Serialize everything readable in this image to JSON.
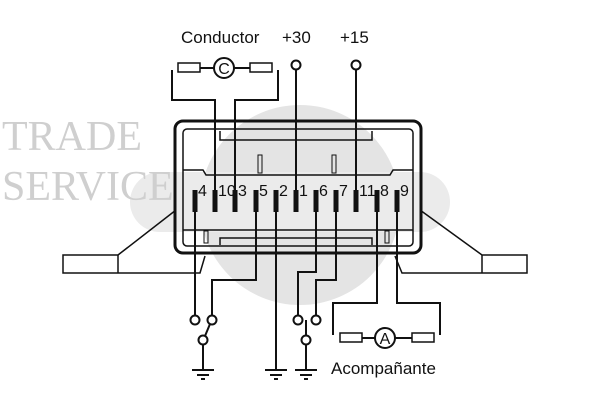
{
  "labels": {
    "conductor": "Conductor",
    "plus30": "+30",
    "plus15": "+15",
    "acompanante": "Acompañante",
    "motor_c": "C",
    "motor_a": "A"
  },
  "watermark": "TRADE SERVICE",
  "pins": [
    "4",
    "10",
    "3",
    "5",
    "2",
    "1",
    "6",
    "7",
    "11",
    "8",
    "9"
  ]
}
